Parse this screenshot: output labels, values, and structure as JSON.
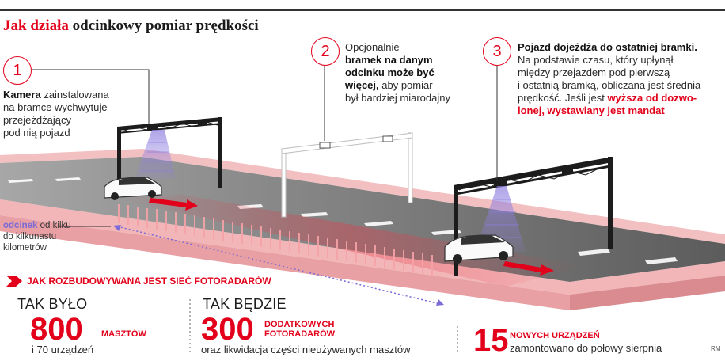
{
  "title_prefix": "Jak działa",
  "title_rest": "odcinkowy pomiar prędkości",
  "step1": {
    "num": "1",
    "bold": "Kamera",
    "line1_rest": " zainstalowana",
    "line2": "na bramce wychwytuje",
    "line3": "przejeżdżający",
    "line4": "pod nią pojazd"
  },
  "step2": {
    "num": "2",
    "line1": "Opcjonalnie",
    "line2": "bramek na danym",
    "line3": "odcinku może być",
    "line4_bold": "więcej,",
    "line4_rest": " aby pomiar",
    "line5": "był bardziej miarodajny"
  },
  "step3": {
    "num": "3",
    "line1": "Pojazd dojeżdża do ostatniej bramki.",
    "line2": "Na podstawie czasu, który upłynął",
    "line3": "między przejazdem pod pierwszą",
    "line4": "i ostatnią bramką, obliczana jest średnia",
    "line5_rest": "prędkość. Jeśli jest ",
    "line5_red": "wyższa od dozwo-",
    "line6_red": "lonej, wystawiany jest mandat"
  },
  "segment": {
    "word": "odcinek",
    "rest": " od kilku",
    "line2": "do kilkunastu",
    "line3": "kilometrów"
  },
  "network": {
    "title": "JAK ROZBUDOWYWANA JEST SIEĆ FOTORADARÓW",
    "before_head": "TAK BYŁO",
    "before_num": "800",
    "before_unit": "MASZTÓW",
    "before_note": "i 70 urządzeń",
    "after_head": "TAK BĘDZIE",
    "after_num": "300",
    "after_unit_1": "DODATKOWYCH",
    "after_unit_2": "FOTORADARÓW",
    "after_note": "oraz likwidacja części nieużywanych masztów",
    "new_num": "15",
    "new_unit": "NOWYCH URZĄDZEŃ",
    "new_note": "zamontowano do połowy sierpnia"
  },
  "credit": "RM",
  "colors": {
    "accent": "#e2001a",
    "road": "#6f6f6f",
    "curb": "#f2b6b8",
    "beam": "#8e7fe0"
  }
}
